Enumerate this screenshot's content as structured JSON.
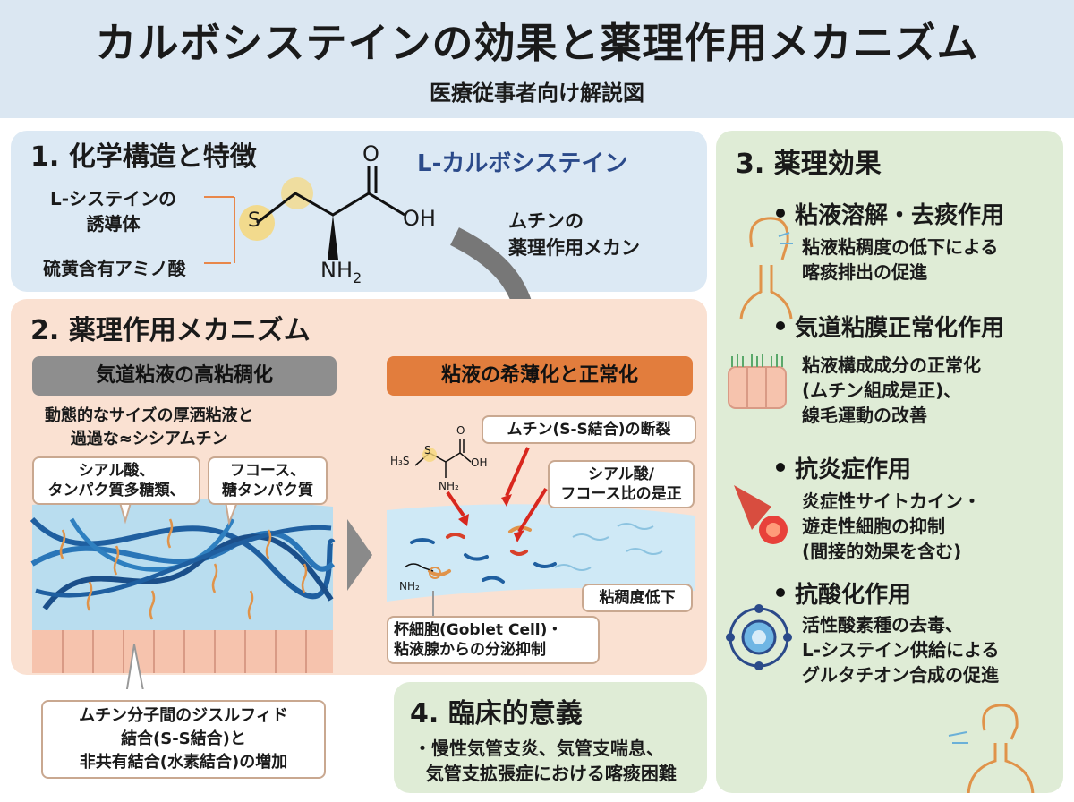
{
  "header": {
    "title": "カルボシステインの効果と薬理作用メカニズム",
    "subtitle": "医療従事者向け解説図"
  },
  "section1": {
    "heading": "1. 化学構造と特徴",
    "compound_name": "L-カルボシステイン",
    "note_derivative": "L-システインの\n誘導体",
    "note_sulfur": "硫黄含有アミノ酸",
    "atom_o": "O",
    "atom_oh": "OH",
    "atom_s": "S",
    "atom_nh2": "NH",
    "atom_nh2_sub": "2",
    "arrow_label": "ムチンの\n薬理作用メカン"
  },
  "section2": {
    "heading": "2. 薬理作用メカニズム",
    "left_bar": "気道粘液の高粘稠化",
    "left_desc": "動態的なサイズの厚洒粘液と\n過過な≈シシアムチン",
    "label_sialic": "シアル酸、\nタンパク質多糖類、",
    "label_fucose": "フコース、\n糖タンパク質",
    "label_disulfide": "ムチン分子間のジスルフィド\n結合(S-S結合)と\n非共有結合(水素結合)の増加",
    "right_bar": "粘液の希薄化と正常化",
    "label_cleave": "ムチン(S-S結合)の断裂",
    "label_ratio": "シアル酸/\nフコース比の是正",
    "label_viscosity": "粘稠度低下",
    "label_goblet": "杯細胞(Goblet Cell)・\n粘液腺からの分泌抑制",
    "mini_h3s": "H₃S",
    "mini_s": "S",
    "mini_o": "O",
    "mini_oh": "OH",
    "mini_nh2": "NH₂",
    "mini_nh2b": "NH₂"
  },
  "section3": {
    "heading": "3. 薬理効果",
    "effects": [
      {
        "title": "粘液溶解・去痰作用",
        "body": "粘液粘稠度の低下による\n喀痰排出の促進",
        "icon": "throat-airway-icon"
      },
      {
        "title": "気道粘膜正常化作用",
        "body": "粘液構成成分の正常化\n(ムチン組成是正)、\n線毛運動の改善",
        "icon": "ciliated-cells-icon"
      },
      {
        "title": "抗炎症作用",
        "body": "炎症性サイトカイン・\n遊走性細胞の抑制\n(間接的効果を含む)",
        "icon": "inflammation-icon"
      },
      {
        "title": "抗酸化作用",
        "body": "活性酸素種の去毒、\nL-システイン供給による\nグルタチオン合成の促進",
        "icon": "antioxidant-icon"
      }
    ]
  },
  "section4": {
    "heading": "4. 臨床的意義",
    "body": "・慢性気管支炎、気管支喘息、\n  気管支拡張症における喀痰困難"
  },
  "colors": {
    "header_bg": "#dbe7f2",
    "panel1_bg": "#dce9f4",
    "panel2_bg": "#fae1d2",
    "panel3_bg": "#dfecd6",
    "accent_orange": "#e27d3d",
    "compound_blue": "#2b4a8a",
    "mucus_blue": "#1f5fa0"
  }
}
